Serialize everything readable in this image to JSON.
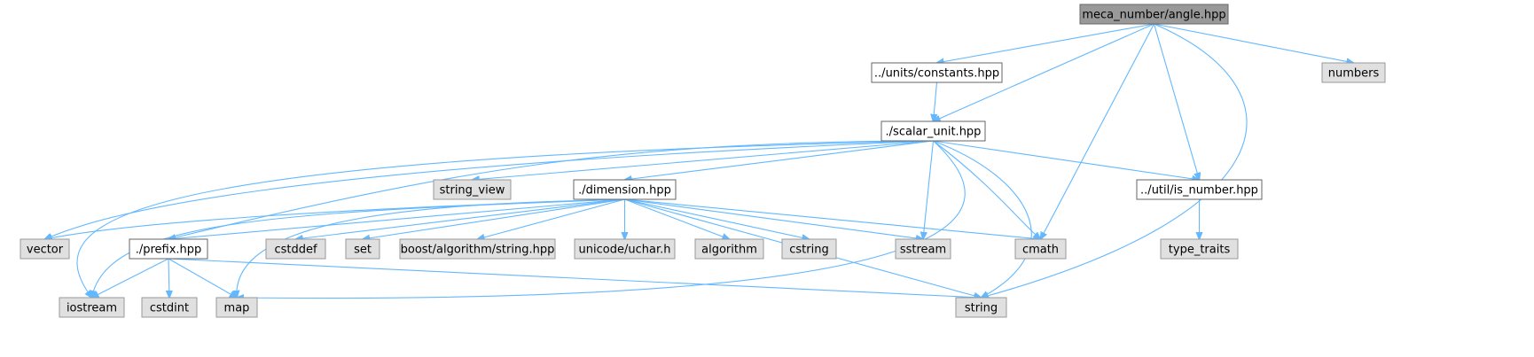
{
  "graph": {
    "root": "meca_number/angle.hpp",
    "colors": {
      "edge": "#63b8ff",
      "root_fill": "#999999",
      "file_fill": "#ffffff",
      "system_fill": "#e0e0e0",
      "border": "#666666"
    },
    "nodes": [
      {
        "id": "angle",
        "label": "meca_number/angle.hpp",
        "kind": "root"
      },
      {
        "id": "constants",
        "label": "../units/constants.hpp",
        "kind": "file"
      },
      {
        "id": "numbers",
        "label": "numbers",
        "kind": "system"
      },
      {
        "id": "scalar_unit",
        "label": "./scalar_unit.hpp",
        "kind": "file"
      },
      {
        "id": "string_view",
        "label": "string_view",
        "kind": "system"
      },
      {
        "id": "dimension",
        "label": "./dimension.hpp",
        "kind": "file"
      },
      {
        "id": "is_number",
        "label": "../util/is_number.hpp",
        "kind": "file"
      },
      {
        "id": "vector",
        "label": "vector",
        "kind": "system"
      },
      {
        "id": "prefix",
        "label": "./prefix.hpp",
        "kind": "file"
      },
      {
        "id": "cstddef",
        "label": "cstddef",
        "kind": "system"
      },
      {
        "id": "set",
        "label": "set",
        "kind": "system"
      },
      {
        "id": "boost_string",
        "label": "boost/algorithm/string.hpp",
        "kind": "system"
      },
      {
        "id": "uchar",
        "label": "unicode/uchar.h",
        "kind": "system"
      },
      {
        "id": "algorithm",
        "label": "algorithm",
        "kind": "system"
      },
      {
        "id": "cstring",
        "label": "cstring",
        "kind": "system"
      },
      {
        "id": "sstream",
        "label": "sstream",
        "kind": "system"
      },
      {
        "id": "cmath",
        "label": "cmath",
        "kind": "system"
      },
      {
        "id": "type_traits",
        "label": "type_traits",
        "kind": "system"
      },
      {
        "id": "iostream",
        "label": "iostream",
        "kind": "system"
      },
      {
        "id": "cstdint",
        "label": "cstdint",
        "kind": "system"
      },
      {
        "id": "map",
        "label": "map",
        "kind": "system"
      },
      {
        "id": "string",
        "label": "string",
        "kind": "system"
      }
    ],
    "edges": [
      [
        "angle",
        "constants"
      ],
      [
        "angle",
        "scalar_unit"
      ],
      [
        "angle",
        "cmath"
      ],
      [
        "angle",
        "is_number"
      ],
      [
        "angle",
        "string"
      ],
      [
        "angle",
        "numbers"
      ],
      [
        "constants",
        "scalar_unit"
      ],
      [
        "scalar_unit",
        "string_view"
      ],
      [
        "scalar_unit",
        "dimension"
      ],
      [
        "scalar_unit",
        "is_number"
      ],
      [
        "scalar_unit",
        "vector"
      ],
      [
        "scalar_unit",
        "prefix"
      ],
      [
        "scalar_unit",
        "iostream"
      ],
      [
        "scalar_unit",
        "sstream"
      ],
      [
        "scalar_unit",
        "cmath"
      ],
      [
        "scalar_unit",
        "string"
      ],
      [
        "scalar_unit",
        "map"
      ],
      [
        "dimension",
        "vector"
      ],
      [
        "dimension",
        "prefix"
      ],
      [
        "dimension",
        "cstddef"
      ],
      [
        "dimension",
        "set"
      ],
      [
        "dimension",
        "boost_string"
      ],
      [
        "dimension",
        "uchar"
      ],
      [
        "dimension",
        "algorithm"
      ],
      [
        "dimension",
        "cstring"
      ],
      [
        "dimension",
        "sstream"
      ],
      [
        "dimension",
        "cmath"
      ],
      [
        "dimension",
        "string"
      ],
      [
        "dimension",
        "iostream"
      ],
      [
        "dimension",
        "map"
      ],
      [
        "is_number",
        "type_traits"
      ],
      [
        "prefix",
        "iostream"
      ],
      [
        "prefix",
        "cstdint"
      ],
      [
        "prefix",
        "map"
      ],
      [
        "prefix",
        "string"
      ]
    ]
  }
}
